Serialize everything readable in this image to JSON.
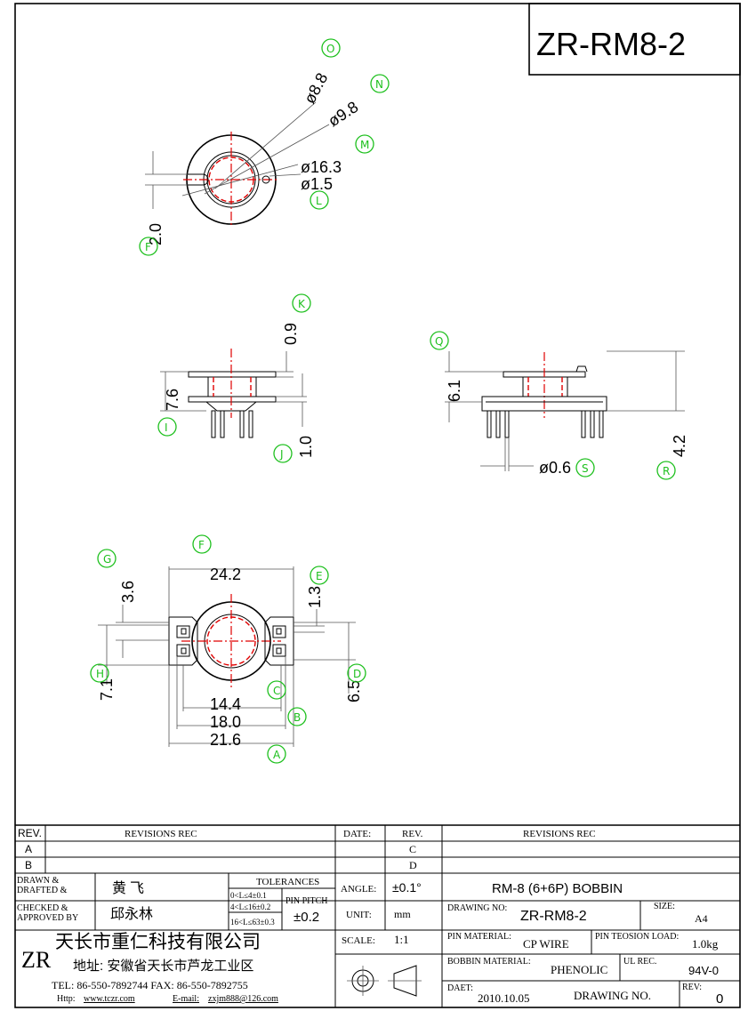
{
  "title_block_top": {
    "part_number": "ZR-RM8-2"
  },
  "top_view": {
    "dims": {
      "d_inner": "ø8.8",
      "d_mid": "ø9.8",
      "d_outer": "ø16.3",
      "d_hole": "ø1.5",
      "w_slot": "2.0"
    },
    "markers": {
      "O": "O",
      "N": "N",
      "M": "M",
      "L": "L",
      "F": "F"
    }
  },
  "side_view_left": {
    "dims": {
      "top": "0.9",
      "height": "7.6",
      "bottom": "1.0"
    },
    "markers": {
      "K": "K",
      "I": "I",
      "J": "J"
    }
  },
  "side_view_right": {
    "dims": {
      "height": "6.1",
      "pin_len": "4.2",
      "pin_d": "ø0.6"
    },
    "markers": {
      "Q": "Q",
      "S": "S",
      "R": "R"
    }
  },
  "bottom_view": {
    "dims": {
      "w_top": "24.2",
      "h_left": "3.6",
      "h_right": "1.3",
      "h_left2": "7.1",
      "h_right2": "6.5",
      "w1": "14.4",
      "w2": "18.0",
      "w3": "21.6"
    },
    "markers": {
      "G": "G",
      "F": "F",
      "E": "E",
      "H": "H",
      "D": "D",
      "C": "C",
      "B": "B",
      "A": "A"
    }
  },
  "revisions": {
    "rev_hdr": "REV.",
    "rec_hdr": "REVISIONS  REC",
    "date_hdr": "DATE:",
    "rev2_hdr": "REV.",
    "rec2_hdr": "REVISIONS  REC",
    "rows": [
      {
        "rev": "A",
        "rev2": "C"
      },
      {
        "rev": "B",
        "rev2": "D"
      }
    ]
  },
  "title_block": {
    "drawn_label": "DRAWN &\nDRAFTED &",
    "drawn_label_1": "DRAWN &",
    "drawn_label_2": "DRAFTED &",
    "drawn_name": "黄   飞",
    "checked_label_1": "CHECKED  &",
    "checked_label_2": "APPROVED  BY",
    "checked_name": "邱永林",
    "tolerances_label": "TOLERANCES",
    "tol_1": "0<L≤4±0.1",
    "tol_2": "4<L≤16±0.2",
    "tol_3": "16<L≤63±0.3",
    "pin_pitch_label": "PIN PITCH",
    "pin_pitch_value": "±0.2",
    "angle_label": "ANGLE:",
    "angle_value": "±0.1°",
    "unit_label": "UNIT:",
    "unit_value": "mm",
    "scale_label": "SCALE:",
    "scale_value": "1:1",
    "desc": "RM-8   (6+6P)   BOBBIN",
    "drawing_no_label": "DRAWING  NO:",
    "drawing_no": "ZR-RM8-2",
    "size_label": "SIZE:",
    "size_value": "A4",
    "pin_material_label": "PIN  MATERIAL:",
    "pin_material": "CP WIRE",
    "pin_load_label": "PIN TEOSION LOAD:",
    "pin_load": "1.0kg",
    "bobbin_material_label": "BOBBIN  MATERIAL:",
    "bobbin_material": "PHENOLIC",
    "ul_label": "UL  REC.",
    "ul_value": "94V-0",
    "date_label": "DAET:",
    "date_value": "2010.10.05",
    "drawing_label": "DRAWING    NO.",
    "rev_label": "REV:",
    "rev_value": "0",
    "company_logo": "ZR",
    "company_name": "天长市重仁科技有限公司",
    "address": "地址: 安徽省天长市芦龙工业区",
    "tel": "TEL: 86-550-7892744   FAX: 86-550-7892755",
    "http_label": "Http:",
    "http_url": "www.tczr.com",
    "email_label": "E-mail:",
    "email": "zxjm888@126.com"
  }
}
